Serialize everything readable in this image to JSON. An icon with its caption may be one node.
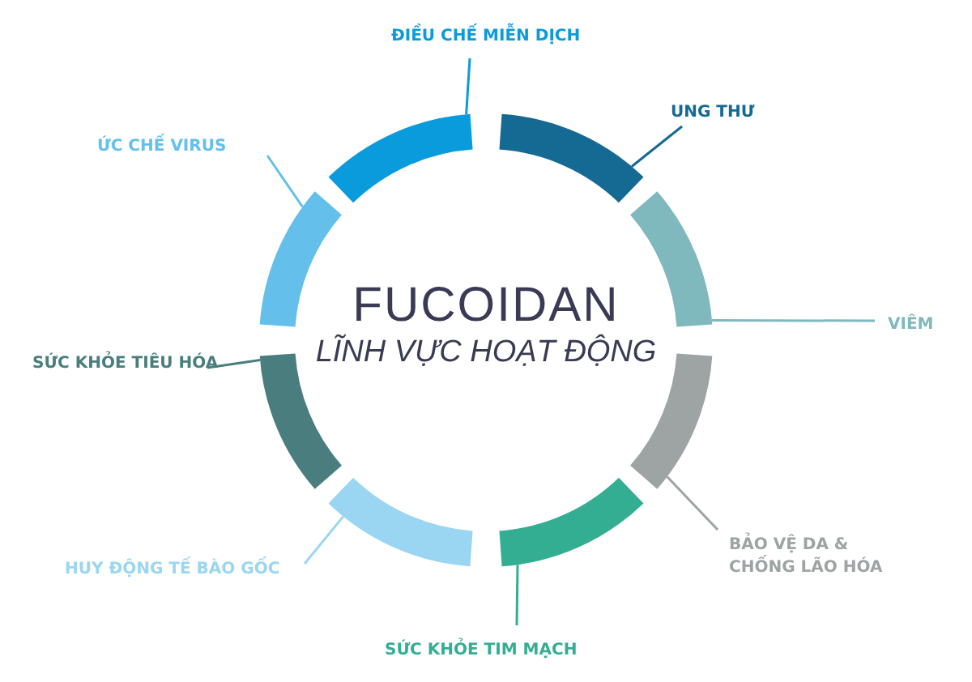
{
  "diagram": {
    "nodes": [
      {
        "text": [
          "FUCOIDAN",
          "LĨNH VỰC HOẠT ĐỘNG"
        ]
      },
      {
        "text": [],
        "shape": "arc"
      },
      {
        "text": [],
        "shape": "arc"
      },
      {
        "text": [],
        "shape": "arc"
      },
      {
        "text": [],
        "shape": "arc"
      },
      {
        "text": [],
        "shape": "arc"
      },
      {
        "text": [],
        "shape": "arc"
      },
      {
        "text": [],
        "shape": "arc"
      },
      {
        "text": [],
        "shape": "arc"
      },
      {
        "text": [
          "ĐIỀU CHẾ MIỄN DỊCH"
        ]
      },
      {
        "text": [
          "UNG THƯ"
        ]
      },
      {
        "text": [
          "VIÊM"
        ]
      },
      {
        "text": [
          "BẢO VỆ DA & CHỐNG LÃO HÓA"
        ]
      },
      {
        "text": [
          "SỨC KHỎE TIM MẠCH"
        ]
      },
      {
        "text": [
          "HUY ĐỘNG TẾ BÀO GỐC"
        ]
      },
      {
        "text": [
          "SỨC KHỎE TIÊU HÓA"
        ]
      },
      {
        "text": [
          "ỨC CHẾ VIRUS"
        ]
      }
    ],
    "edges": [
      {
        "from": 9,
        "to": 1,
        "arrow": "none",
        "color": "#0a9bdc"
      },
      {
        "from": 10,
        "to": 2,
        "arrow": "none",
        "color": "#156a93"
      },
      {
        "from": 11,
        "to": 3,
        "arrow": "none",
        "color": "#7fb8bd"
      },
      {
        "from": 12,
        "to": 4,
        "arrow": "none",
        "color": "#9ea3a3"
      },
      {
        "from": 13,
        "to": 5,
        "arrow": "none",
        "color": "#34ae92"
      },
      {
        "from": 14,
        "to": 6,
        "arrow": "none",
        "color": "#9ad6f2"
      },
      {
        "from": 15,
        "to": 7,
        "arrow": "none",
        "color": "#4a7e7e"
      },
      {
        "from": 16,
        "to": 8,
        "arrow": "none",
        "color": "#64c0ea"
      }
    ]
  }
}
